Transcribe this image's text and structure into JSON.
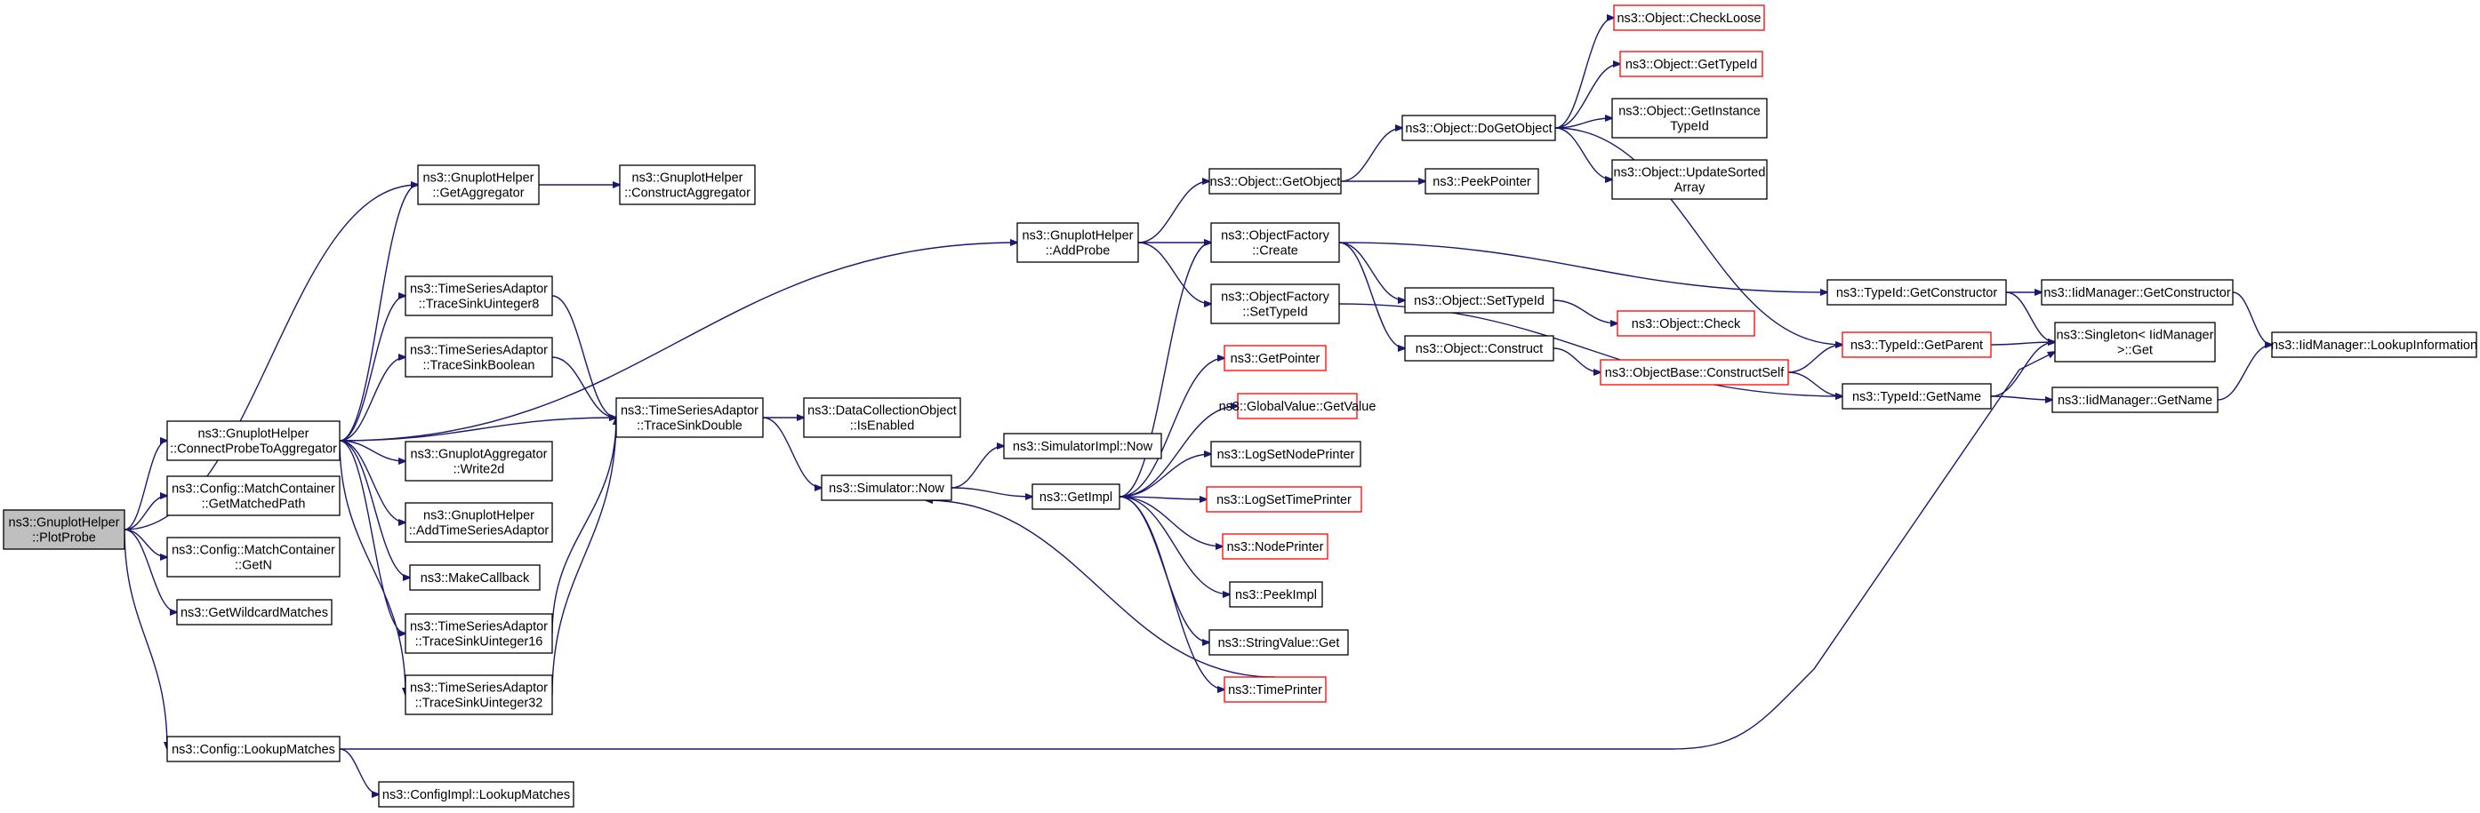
{
  "graph": {
    "title": "Call graph",
    "nodes": [
      {
        "id": "n_plotprobe",
        "lines": [
          "ns3::GnuplotHelper",
          "::PlotProbe"
        ],
        "style": "root"
      },
      {
        "id": "n_getaggregator",
        "lines": [
          "ns3::GnuplotHelper",
          "::GetAggregator"
        ],
        "style": "normal"
      },
      {
        "id": "n_constructaggregator",
        "lines": [
          "ns3::GnuplotHelper",
          "::ConstructAggregator"
        ],
        "style": "normal"
      },
      {
        "id": "n_connectprobe",
        "lines": [
          "ns3::GnuplotHelper",
          "::ConnectProbeToAggregator"
        ],
        "style": "normal"
      },
      {
        "id": "n_getmatchedpath",
        "lines": [
          "ns3::Config::MatchContainer",
          "::GetMatchedPath"
        ],
        "style": "normal"
      },
      {
        "id": "n_getn",
        "lines": [
          "ns3::Config::MatchContainer",
          "::GetN"
        ],
        "style": "normal"
      },
      {
        "id": "n_getwildcard",
        "lines": [
          "ns3::GetWildcardMatches"
        ],
        "style": "normal"
      },
      {
        "id": "n_lookupmatches",
        "lines": [
          "ns3::Config::LookupMatches"
        ],
        "style": "normal"
      },
      {
        "id": "n_configimpl_lookup",
        "lines": [
          "ns3::ConfigImpl::LookupMatches"
        ],
        "style": "normal"
      },
      {
        "id": "n_tsu8",
        "lines": [
          "ns3::TimeSeriesAdaptor",
          "::TraceSinkUinteger8"
        ],
        "style": "normal"
      },
      {
        "id": "n_tsbool",
        "lines": [
          "ns3::TimeSeriesAdaptor",
          "::TraceSinkBoolean"
        ],
        "style": "normal"
      },
      {
        "id": "n_write2d",
        "lines": [
          "ns3::GnuplotAggregator",
          "::Write2d"
        ],
        "style": "normal"
      },
      {
        "id": "n_addtsadaptor",
        "lines": [
          "ns3::GnuplotHelper",
          "::AddTimeSeriesAdaptor"
        ],
        "style": "normal"
      },
      {
        "id": "n_makecallback",
        "lines": [
          "ns3::MakeCallback"
        ],
        "style": "normal"
      },
      {
        "id": "n_tsu16",
        "lines": [
          "ns3::TimeSeriesAdaptor",
          "::TraceSinkUinteger16"
        ],
        "style": "normal"
      },
      {
        "id": "n_tsu32",
        "lines": [
          "ns3::TimeSeriesAdaptor",
          "::TraceSinkUinteger32"
        ],
        "style": "normal"
      },
      {
        "id": "n_tsdouble",
        "lines": [
          "ns3::TimeSeriesAdaptor",
          "::TraceSinkDouble"
        ],
        "style": "normal"
      },
      {
        "id": "n_dcoenabled",
        "lines": [
          "ns3::DataCollectionObject",
          "::IsEnabled"
        ],
        "style": "normal"
      },
      {
        "id": "n_simnow",
        "lines": [
          "ns3::Simulator::Now"
        ],
        "style": "normal"
      },
      {
        "id": "n_simimplnow",
        "lines": [
          "ns3::SimulatorImpl::Now"
        ],
        "style": "normal"
      },
      {
        "id": "n_getimpl",
        "lines": [
          "ns3::GetImpl"
        ],
        "style": "normal"
      },
      {
        "id": "n_addprobe",
        "lines": [
          "ns3::GnuplotHelper",
          "::AddProbe"
        ],
        "style": "normal"
      },
      {
        "id": "n_getobject",
        "lines": [
          "ns3::Object::GetObject"
        ],
        "style": "normal"
      },
      {
        "id": "n_objfactory_create",
        "lines": [
          "ns3::ObjectFactory",
          "::Create"
        ],
        "style": "normal"
      },
      {
        "id": "n_objfactory_settypeid",
        "lines": [
          "ns3::ObjectFactory",
          "::SetTypeId"
        ],
        "style": "normal"
      },
      {
        "id": "n_getpointer",
        "lines": [
          "ns3::GetPointer"
        ],
        "style": "red"
      },
      {
        "id": "n_globalvalue",
        "lines": [
          "ns3::GlobalValue::GetValue"
        ],
        "style": "red"
      },
      {
        "id": "n_logsetnode",
        "lines": [
          "ns3::LogSetNodePrinter"
        ],
        "style": "normal"
      },
      {
        "id": "n_logsettime",
        "lines": [
          "ns3::LogSetTimePrinter"
        ],
        "style": "red"
      },
      {
        "id": "n_nodeprinter",
        "lines": [
          "ns3::NodePrinter"
        ],
        "style": "red"
      },
      {
        "id": "n_peekimpl",
        "lines": [
          "ns3::PeekImpl"
        ],
        "style": "normal"
      },
      {
        "id": "n_stringvalue",
        "lines": [
          "ns3::StringValue::Get"
        ],
        "style": "normal"
      },
      {
        "id": "n_timeprinter",
        "lines": [
          "ns3::TimePrinter"
        ],
        "style": "red"
      },
      {
        "id": "n_dogetobject",
        "lines": [
          "ns3::Object::DoGetObject"
        ],
        "style": "normal"
      },
      {
        "id": "n_peekpointer",
        "lines": [
          "ns3::PeekPointer"
        ],
        "style": "normal"
      },
      {
        "id": "n_checkloose",
        "lines": [
          "ns3::Object::CheckLoose"
        ],
        "style": "red"
      },
      {
        "id": "n_obj_gettypeid",
        "lines": [
          "ns3::Object::GetTypeId"
        ],
        "style": "red"
      },
      {
        "id": "n_getinstancetypeid",
        "lines": [
          "ns3::Object::GetInstance",
          "TypeId"
        ],
        "style": "normal"
      },
      {
        "id": "n_updatesorted",
        "lines": [
          "ns3::Object::UpdateSorted",
          "Array"
        ],
        "style": "normal"
      },
      {
        "id": "n_obj_settypeid",
        "lines": [
          "ns3::Object::SetTypeId"
        ],
        "style": "normal"
      },
      {
        "id": "n_obj_construct",
        "lines": [
          "ns3::Object::Construct"
        ],
        "style": "normal"
      },
      {
        "id": "n_obj_check",
        "lines": [
          "ns3::Object::Check"
        ],
        "style": "red"
      },
      {
        "id": "n_constructself",
        "lines": [
          "ns3::ObjectBase::ConstructSelf"
        ],
        "style": "red"
      },
      {
        "id": "n_typeid_getconstructor",
        "lines": [
          "ns3::TypeId::GetConstructor"
        ],
        "style": "normal"
      },
      {
        "id": "n_typeid_getparent",
        "lines": [
          "ns3::TypeId::GetParent"
        ],
        "style": "red"
      },
      {
        "id": "n_typeid_getname",
        "lines": [
          "ns3::TypeId::GetName"
        ],
        "style": "normal"
      },
      {
        "id": "n_iidmgr_getconstructor",
        "lines": [
          "ns3::IidManager::GetConstructor"
        ],
        "style": "normal"
      },
      {
        "id": "n_singleton_get",
        "lines": [
          "ns3::Singleton< IidManager",
          " >::Get"
        ],
        "style": "normal"
      },
      {
        "id": "n_iidmgr_getname",
        "lines": [
          "ns3::IidManager::GetName"
        ],
        "style": "normal"
      },
      {
        "id": "n_iidmgr_lookupinfo",
        "lines": [
          "ns3::IidManager::LookupInformation"
        ],
        "style": "normal"
      }
    ],
    "edges": [
      [
        "n_plotprobe",
        "n_getaggregator"
      ],
      [
        "n_plotprobe",
        "n_connectprobe"
      ],
      [
        "n_plotprobe",
        "n_getmatchedpath"
      ],
      [
        "n_plotprobe",
        "n_getn"
      ],
      [
        "n_plotprobe",
        "n_getwildcard"
      ],
      [
        "n_plotprobe",
        "n_lookupmatches"
      ],
      [
        "n_getaggregator",
        "n_constructaggregator"
      ],
      [
        "n_connectprobe",
        "n_getaggregator"
      ],
      [
        "n_connectprobe",
        "n_addprobe"
      ],
      [
        "n_connectprobe",
        "n_tsu8"
      ],
      [
        "n_connectprobe",
        "n_tsbool"
      ],
      [
        "n_connectprobe",
        "n_tsdouble"
      ],
      [
        "n_connectprobe",
        "n_write2d"
      ],
      [
        "n_connectprobe",
        "n_addtsadaptor"
      ],
      [
        "n_connectprobe",
        "n_makecallback"
      ],
      [
        "n_connectprobe",
        "n_tsu16"
      ],
      [
        "n_connectprobe",
        "n_tsu32"
      ],
      [
        "n_tsu8",
        "n_tsdouble"
      ],
      [
        "n_tsbool",
        "n_tsdouble"
      ],
      [
        "n_tsu16",
        "n_tsdouble"
      ],
      [
        "n_tsu32",
        "n_tsdouble"
      ],
      [
        "n_tsdouble",
        "n_dcoenabled"
      ],
      [
        "n_tsdouble",
        "n_simnow"
      ],
      [
        "n_simnow",
        "n_simimplnow"
      ],
      [
        "n_simnow",
        "n_getimpl"
      ],
      [
        "n_addprobe",
        "n_getobject"
      ],
      [
        "n_addprobe",
        "n_objfactory_create"
      ],
      [
        "n_addprobe",
        "n_objfactory_settypeid"
      ],
      [
        "n_getimpl",
        "n_objfactory_create"
      ],
      [
        "n_getimpl",
        "n_getpointer"
      ],
      [
        "n_getimpl",
        "n_globalvalue"
      ],
      [
        "n_getimpl",
        "n_logsetnode"
      ],
      [
        "n_getimpl",
        "n_logsettime"
      ],
      [
        "n_getimpl",
        "n_nodeprinter"
      ],
      [
        "n_getimpl",
        "n_peekimpl"
      ],
      [
        "n_getimpl",
        "n_stringvalue"
      ],
      [
        "n_getimpl",
        "n_timeprinter"
      ],
      [
        "n_timeprinter",
        "n_simnow"
      ],
      [
        "n_getobject",
        "n_dogetobject"
      ],
      [
        "n_getobject",
        "n_peekpointer"
      ],
      [
        "n_dogetobject",
        "n_checkloose"
      ],
      [
        "n_dogetobject",
        "n_obj_gettypeid"
      ],
      [
        "n_dogetobject",
        "n_getinstancetypeid"
      ],
      [
        "n_dogetobject",
        "n_updatesorted"
      ],
      [
        "n_dogetobject",
        "n_typeid_getparent"
      ],
      [
        "n_objfactory_create",
        "n_obj_settypeid"
      ],
      [
        "n_objfactory_create",
        "n_obj_construct"
      ],
      [
        "n_objfactory_create",
        "n_typeid_getconstructor"
      ],
      [
        "n_objfactory_settypeid",
        "n_typeid_getname"
      ],
      [
        "n_obj_settypeid",
        "n_obj_check"
      ],
      [
        "n_obj_construct",
        "n_constructself"
      ],
      [
        "n_constructself",
        "n_typeid_getparent"
      ],
      [
        "n_constructself",
        "n_typeid_getname"
      ],
      [
        "n_typeid_getconstructor",
        "n_iidmgr_getconstructor"
      ],
      [
        "n_typeid_getconstructor",
        "n_singleton_get"
      ],
      [
        "n_typeid_getparent",
        "n_singleton_get"
      ],
      [
        "n_typeid_getname",
        "n_singleton_get"
      ],
      [
        "n_typeid_getname",
        "n_iidmgr_getname"
      ],
      [
        "n_iidmgr_getconstructor",
        "n_iidmgr_lookupinfo"
      ],
      [
        "n_iidmgr_getname",
        "n_iidmgr_lookupinfo"
      ],
      [
        "n_lookupmatches",
        "n_configimpl_lookup"
      ],
      [
        "n_lookupmatches",
        "n_singleton_get"
      ]
    ]
  }
}
